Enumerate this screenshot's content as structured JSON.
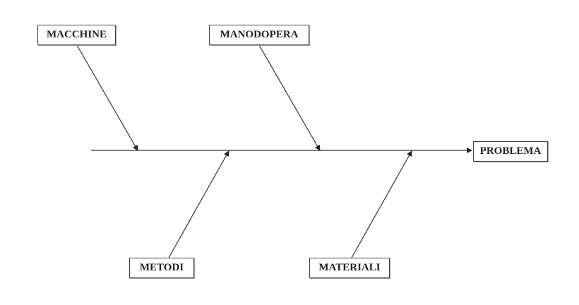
{
  "diagram": {
    "type": "fishbone",
    "effect": "PROBLEMA",
    "causes": {
      "top_left": "MACCHINE",
      "top_right": "MANODOPERA",
      "bottom_left": "METODI",
      "bottom_right": "MATERIALI"
    },
    "line_color": "#333333"
  }
}
